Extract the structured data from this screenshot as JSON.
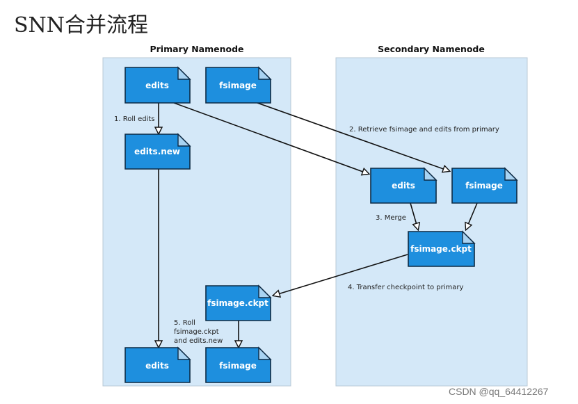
{
  "title": "SNN合并流程",
  "panels": {
    "primary": "Primary Namenode",
    "secondary": "Secondary Namenode"
  },
  "docs": {
    "p_edits": "edits",
    "p_fsimage": "fsimage",
    "p_edits_new": "edits.new",
    "s_edits": "edits",
    "s_fsimage": "fsimage",
    "s_ckpt": "fsimage.ckpt",
    "p_ckpt": "fsimage.ckpt",
    "p_edits_final": "edits",
    "p_fsimage_final": "fsimage"
  },
  "steps": {
    "s1": "1. Roll edits",
    "s2": "2. Retrieve fsimage and edits from primary",
    "s3": "3. Merge",
    "s4": "4. Transfer checkpoint to primary",
    "s5_l1": "5. Roll",
    "s5_l2": "fsimage.ckpt",
    "s5_l3": "and edits.new"
  },
  "watermark": "CSDN @qq_64412267",
  "colors": {
    "doc": "#1e8fde",
    "panel": "#d4e8f8"
  }
}
